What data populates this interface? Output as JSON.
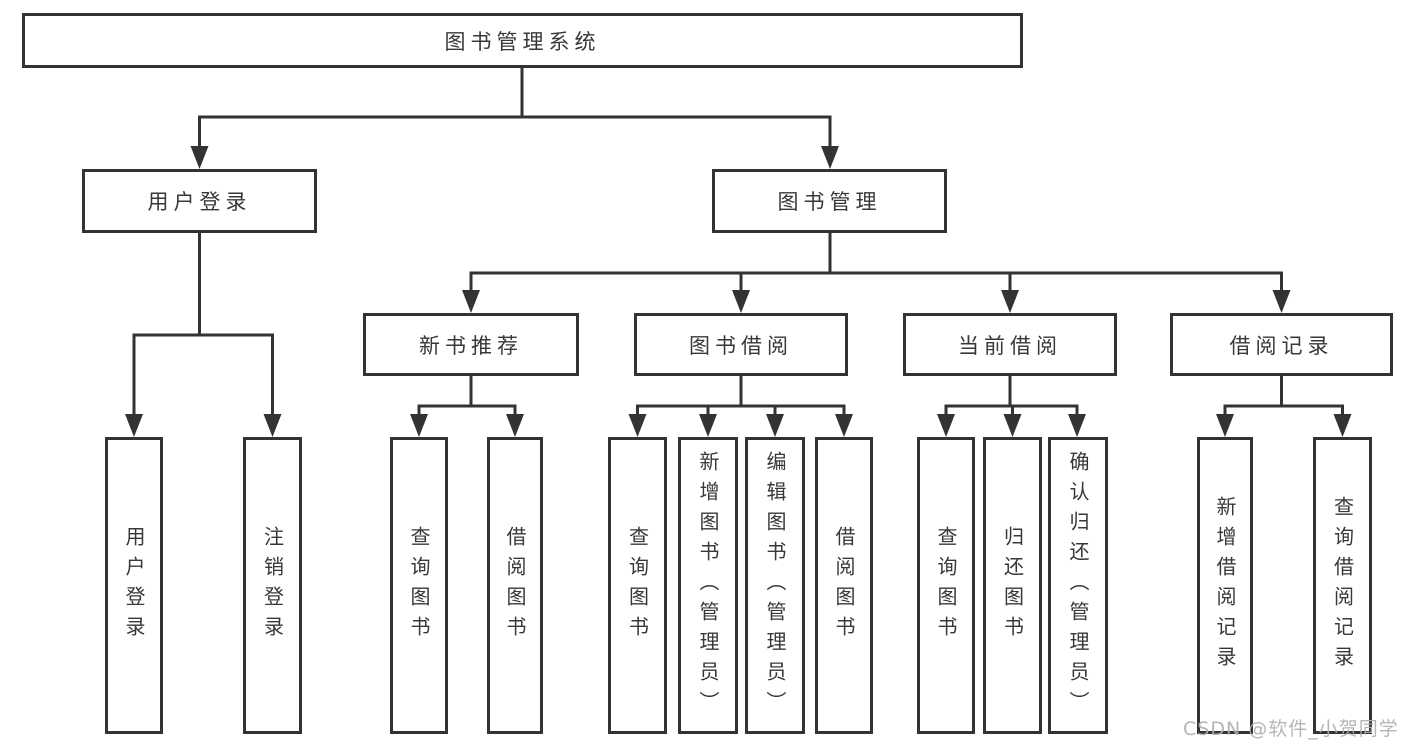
{
  "tree": {
    "label": "图书管理系统",
    "children": [
      {
        "label": "用户登录",
        "children": [
          {
            "label": "用户登录"
          },
          {
            "label": "注销登录"
          }
        ]
      },
      {
        "label": "图书管理",
        "children": [
          {
            "label": "新书推荐",
            "children": [
              {
                "label": "查询图书"
              },
              {
                "label": "借阅图书"
              }
            ]
          },
          {
            "label": "图书借阅",
            "children": [
              {
                "label": "查询图书"
              },
              {
                "label": "新增图书（管理员）"
              },
              {
                "label": "编辑图书（管理员）"
              },
              {
                "label": "借阅图书"
              }
            ]
          },
          {
            "label": "当前借阅",
            "children": [
              {
                "label": "查询图书"
              },
              {
                "label": "归还图书"
              },
              {
                "label": "确认归还（管理员）"
              }
            ]
          },
          {
            "label": "借阅记录",
            "children": [
              {
                "label": "新增借阅记录"
              },
              {
                "label": "查询借阅记录"
              }
            ]
          }
        ]
      }
    ]
  },
  "watermark": {
    "text": "CSDN @软件_小贺同学"
  },
  "colors": {
    "line": "#333333",
    "box_border": "#333333",
    "text": "#383838",
    "watermark": "#afafaf",
    "background": "#ffffff"
  }
}
